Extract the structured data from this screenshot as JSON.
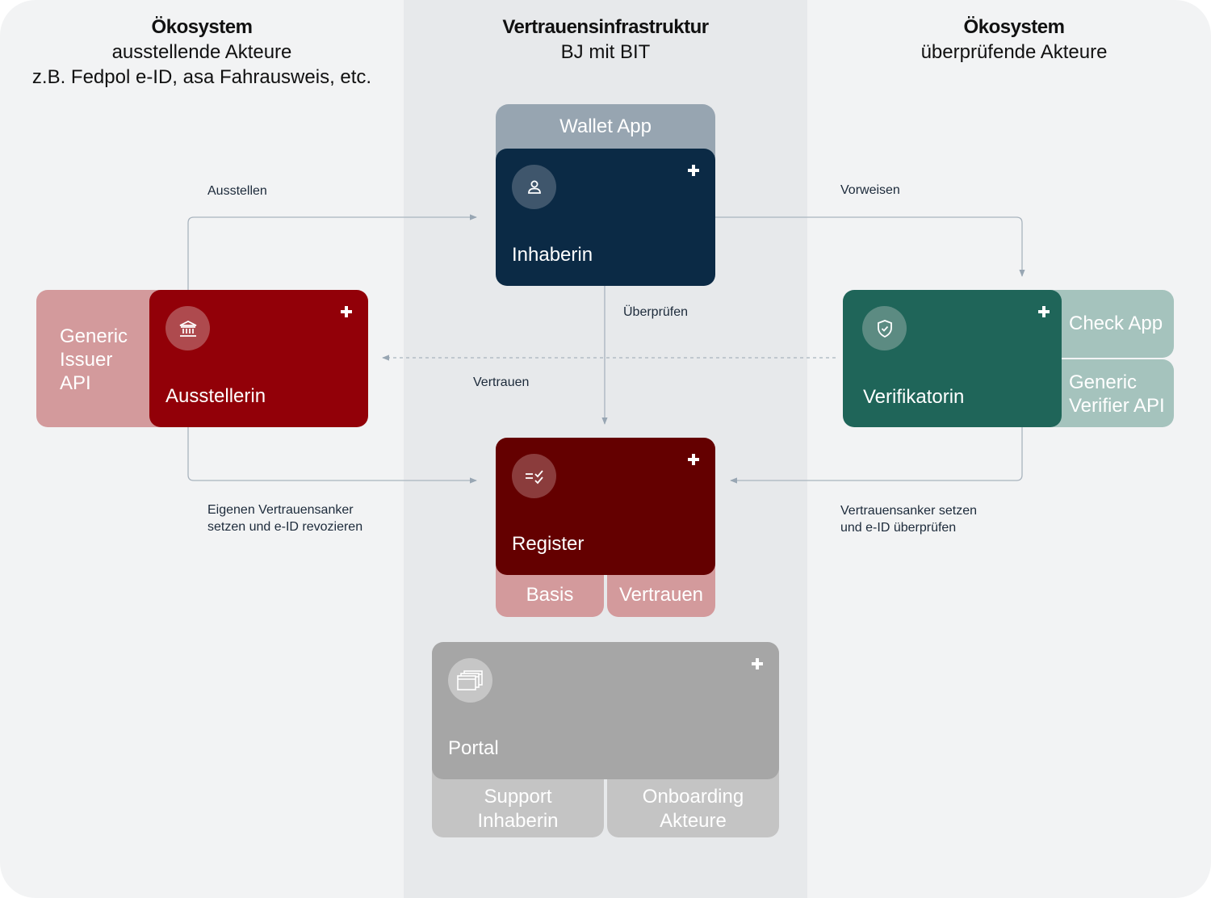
{
  "columns": {
    "left": {
      "heading": "Ökosystem",
      "line1": "ausstellende Akteure",
      "line2": "z.B. Fedpol e-ID, asa Fahrausweis, etc."
    },
    "middle": {
      "heading": "Vertrauensinfrastruktur",
      "line1": "BJ mit BIT"
    },
    "right": {
      "heading": "Ökosystem",
      "line1": "überprüfende Akteure"
    }
  },
  "nodes": {
    "wallet_app": "Wallet App",
    "inhaberin": "Inhaberin",
    "ausstellerin": "Ausstellerin",
    "generic_issuer": {
      "l1": "Generic",
      "l2": "Issuer",
      "l3": "API"
    },
    "verifikatorin": "Verifikatorin",
    "check_app": "Check App",
    "generic_verifier": {
      "l1": "Generic",
      "l2": "Verifier API"
    },
    "register": "Register",
    "basis": "Basis",
    "vertrauen_tab": "Vertrauen",
    "portal": "Portal",
    "support": {
      "l1": "Support",
      "l2": "Inhaberin"
    },
    "onboarding": {
      "l1": "Onboarding",
      "l2": "Akteure"
    }
  },
  "edges": {
    "ausstellen": "Ausstellen",
    "vorweisen": "Vorweisen",
    "ueberpruefen": "Überprüfen",
    "vertrauen": "Vertrauen",
    "anker_left": {
      "l1": "Eigenen Vertrauensanker",
      "l2": "setzen und e-ID revozieren"
    },
    "anker_right": {
      "l1": "Vertrauensanker setzen",
      "l2": "und e-ID überprüfen"
    }
  },
  "colors": {
    "navy": "#0b2a45",
    "red": "#920008",
    "dark_red": "#640000",
    "green": "#1f6559",
    "grey": "#a6a6a6",
    "pink": "#d39a9c",
    "light_green": "#a5c3bd",
    "blue_grey": "#97a5b1"
  },
  "icons": {
    "inhaberin": "person-icon",
    "ausstellerin": "bank-icon",
    "verifikatorin": "shield-check-icon",
    "register": "list-check-icon",
    "portal": "browser-windows-icon",
    "expand": "plus-icon"
  }
}
